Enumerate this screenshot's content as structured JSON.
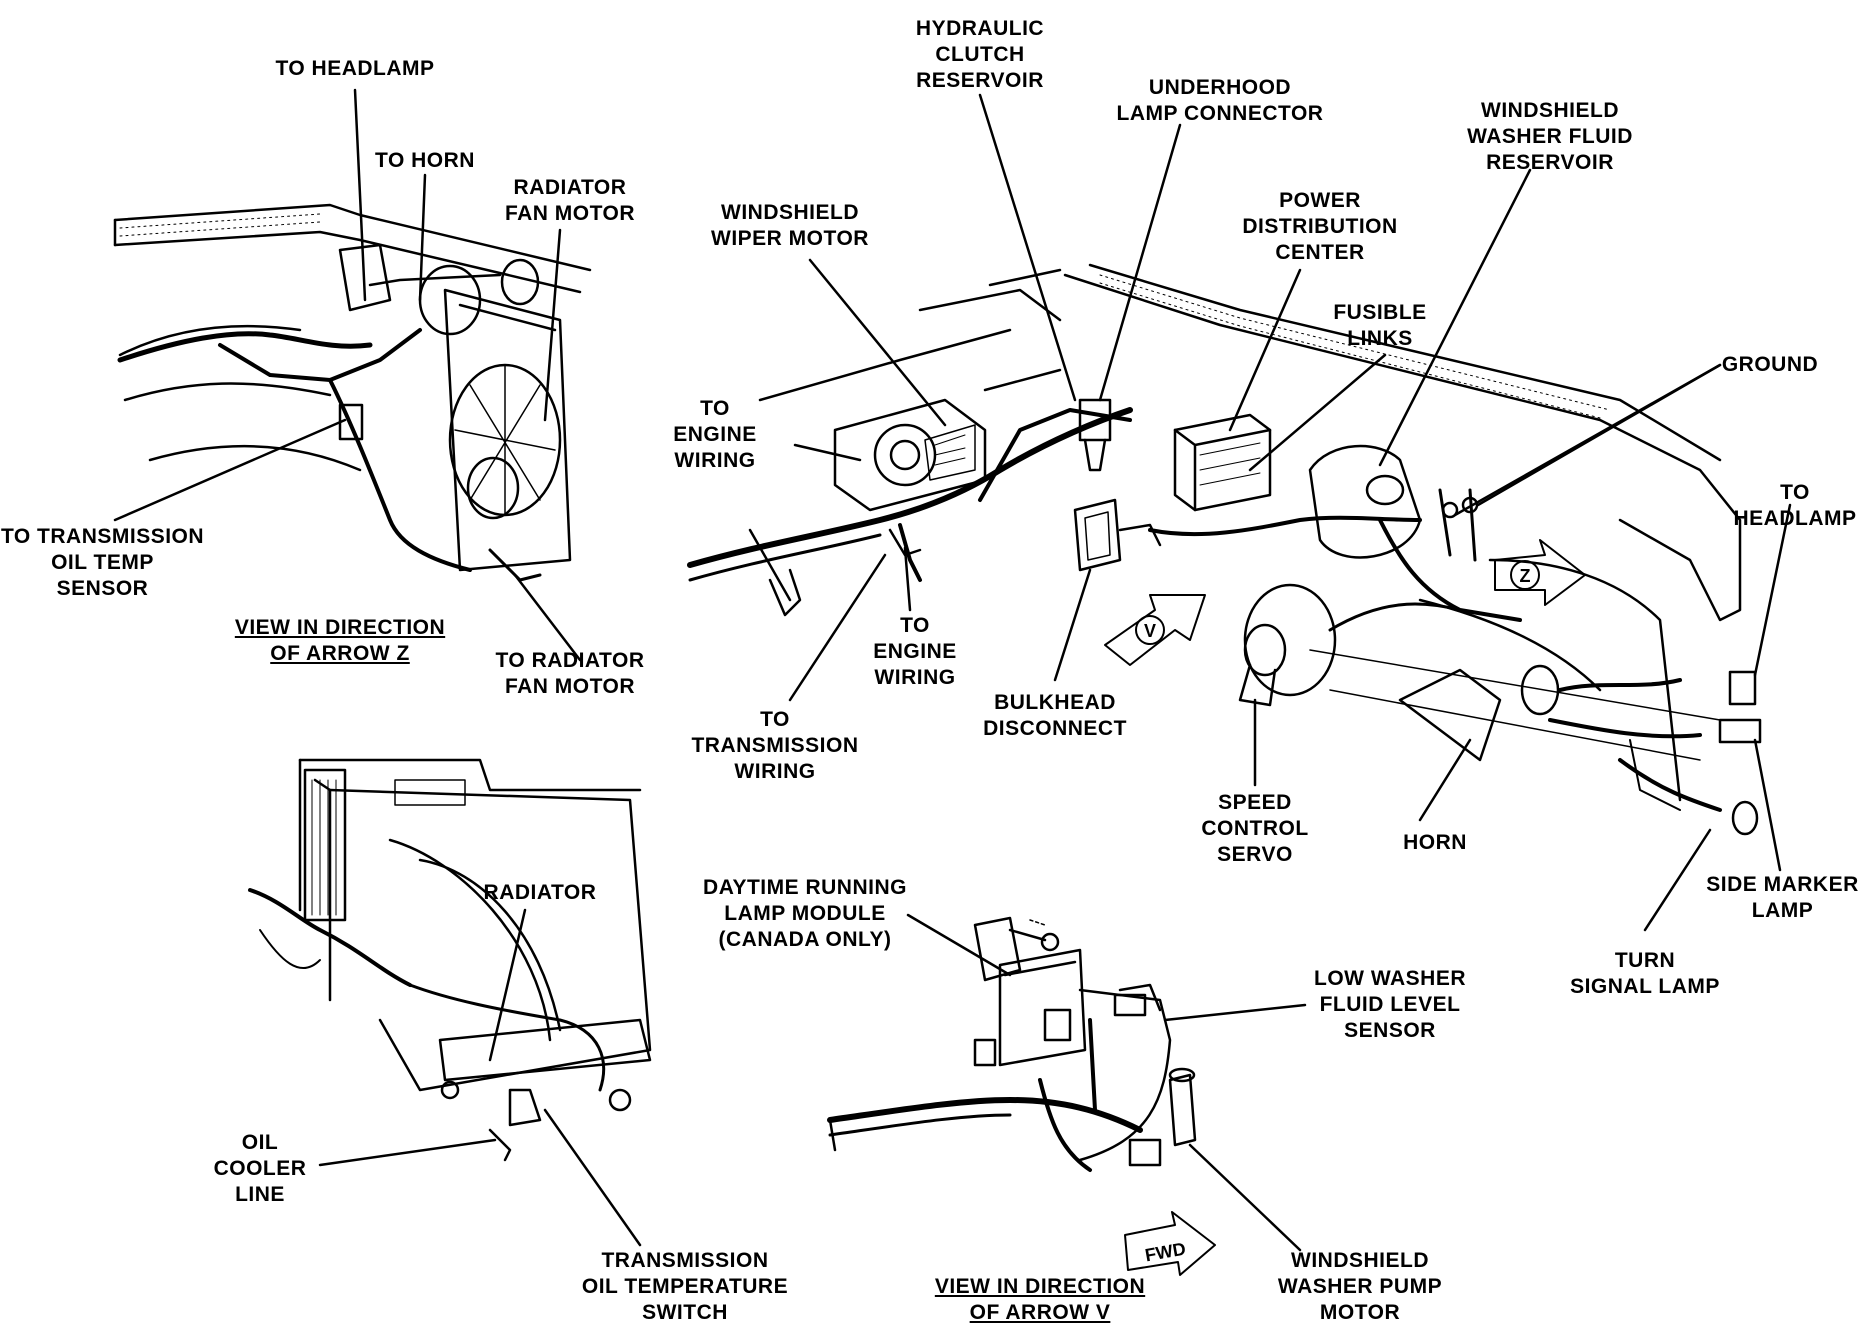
{
  "labels": {
    "to_headlamp_top": "TO HEADLAMP",
    "to_horn": "TO HORN",
    "radiator_fan_motor": "RADIATOR\nFAN MOTOR",
    "to_trans_oil_temp_sensor": "TO TRANSMISSION\nOIL TEMP\nSENSOR",
    "view_arrow_z": "VIEW IN DIRECTION\nOF ARROW Z",
    "to_radiator_fan_motor": "TO RADIATOR\nFAN MOTOR",
    "hydraulic_clutch_reservoir": "HYDRAULIC\nCLUTCH\nRESERVOIR",
    "underhood_lamp_connector": "UNDERHOOD\nLAMP CONNECTOR",
    "windshield_washer_fluid_reservoir": "WINDSHIELD\nWASHER FLUID\nRESERVOIR",
    "power_distribution_center": "POWER\nDISTRIBUTION\nCENTER",
    "windshield_wiper_motor": "WINDSHIELD\nWIPER MOTOR",
    "fusible_links": "FUSIBLE\nLINKS",
    "ground": "GROUND",
    "to_engine_wiring_left": "TO\nENGINE\nWIRING",
    "to_headlamp_right": "TO\nHEADLAMP",
    "to_engine_wiring_center": "TO\nENGINE\nWIRING",
    "to_transmission_wiring": "TO\nTRANSMISSION\nWIRING",
    "bulkhead_disconnect": "BULKHEAD\nDISCONNECT",
    "speed_control_servo": "SPEED\nCONTROL\nSERVO",
    "horn": "HORN",
    "side_marker_lamp": "SIDE MARKER\nLAMP",
    "turn_signal_lamp": "TURN\nSIGNAL LAMP",
    "radiator": "RADIATOR",
    "drl_module": "DAYTIME RUNNING\nLAMP MODULE\n(CANADA ONLY)",
    "low_washer_fluid_level_sensor": "LOW WASHER\nFLUID LEVEL\nSENSOR",
    "oil_cooler_line": "OIL\nCOOLER\nLINE",
    "trans_oil_temp_switch": "TRANSMISSION\nOIL TEMPERATURE\nSWITCH",
    "view_arrow_v": "VIEW IN DIRECTION\nOF ARROW V",
    "windshield_washer_pump_motor": "WINDSHIELD\nWASHER PUMP\nMOTOR"
  },
  "arrows": {
    "z": "Z",
    "v": "V",
    "fwd": "FWD"
  }
}
